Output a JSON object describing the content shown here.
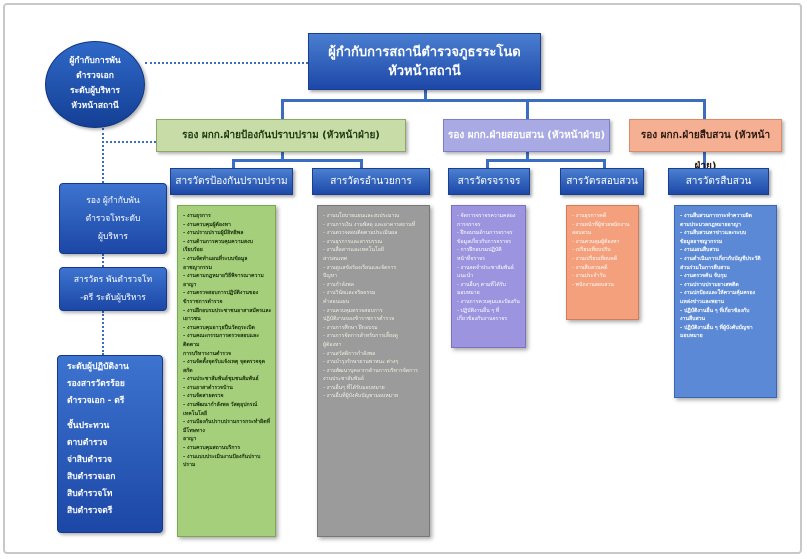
{
  "title": {
    "line1": "ผู้กำกับการสถานีตำรวจภูธรระโนด",
    "line2": "หัวหน้าสถานี"
  },
  "deputies": [
    {
      "label": "รอง ผกก.ฝ่ายป้องกันปราบปราม (หัวหน้าฝ่าย)"
    },
    {
      "label": "รอง ผกก.ฝ่ายสอบสวน (หัวหน้าฝ่าย)"
    },
    {
      "label": "รอง ผกก.ฝ่ายสืบสวน (หัวหน้าฝ่าย)"
    }
  ],
  "sections": [
    {
      "label": "สารวัตรป้องกันปราบปราม",
      "items": [
        "- งานธุรการ",
        "- งานควบคุมผู้ต้องหา",
        "- งานปราบปรามผู้มีอิทธิพล",
        "- งานด้านการควบคุมความสงบเรียบร้อย",
        "- งานจัดทำแผนที่ระบบข้อมูลอาชญากรรม",
        "- งานตามกฎหมายวิธีพิจารณาความอาญา",
        "- งานตรวจสอบการปฏิบัติงานของ",
        "ข้าราชการตำรวจ",
        "- งานฝึกอบรมประชาชนอาสาสมัครและ",
        "เยาวชน",
        "- งานควบคุมอาวุธปืนวัตถุระเบิด",
        "- งานคณะกรรมการตรวจสอบและติดตาม",
        "การบริหารงานตำรวจ",
        "- งานจัดตั้งจุดรับแจ้งเหตุ จุดตรวจจุดสกัด",
        "- งานประชาสัมพันธ์ชุมชนสัมพันธ์",
        "- งานอาสาตำรวจบ้าน",
        "- งานจัดสายตรวจ",
        "- งานพัฒนากำลังพล วัสดุอุปกรณ์",
        "เทคโนโลยี",
        "- งานป้องกันปราบปรามการกระทำผิดที่มีโทษทาง",
        "อาญา",
        "- งานควบคุมสถานบริการ",
        "- งานแบบประเมินงานป้องกันปราบปราม"
      ]
    },
    {
      "label": "สารวัตรอำนวยการ",
      "items": [
        "- งานนโยบายแผนและงบประมาณ",
        "- งานการเงิน งานพัสดุ และอาคารสถานที่",
        "- งานตรวจสอบติดตามประเมินผล",
        "- งานธุรการและสารบรรณ",
        "- งานสื่อสารและเทคโนโลยี",
        "สารสนเทศ",
        "- งานดูแลข้อร้องเรียนและจัดการ",
        "ปัญหา",
        "- งานกำลังพล",
        "- งานวินัยและจริยธรรม",
        "คำสอนแผน",
        "- งานควบคุมตรวจสอบการ",
        "ปฏิบัติงานของข้าราชการตำรวจ",
        "- งานการศึกษา ฝึกอบรม",
        "- งานการจัดการสำหรับการเลี้ยงดู",
        "ผู้ต้องหา",
        "- งานสวัสดิการกำลังพล",
        "- งานบำรุงรักษายานพาหนะ ต่างๆ",
        "- งานพัฒนาบุคลากรด้านการบริหารจัดการ",
        "งานประชาสัมพันธ์",
        "- งานอื่นๆ ที่ได้รับมอบหมาย",
        "- งานอื่นที่ผู้บังคับบัญชามอบหมาย"
      ]
    },
    {
      "label": "สารวัตรจราจร",
      "items": [
        "- จัดการจราจรความคล่อง",
        "การจราจร",
        "- ฝึกอบรมด้านการจราจร",
        "ข้อมูลเกี่ยวกับการจราจร",
        "- การฝึกอบรมปฏิบัติ",
        "หน้าที่จราจร",
        "- งานจดจำประชาสัมพันธ์",
        "แนะนำ",
        "- งานอื่นๆ ตามที่ได้รับ",
        "มอบหมาย",
        "- งานการควบคุมและป้องกัน",
        "- ปฏิบัติงานอื่น ๆ ที่",
        "เกี่ยวข้องกับงานจราจร"
      ]
    },
    {
      "label": "สารวัตรสอบสวน",
      "items": [
        "- งานธุรการคดี",
        "- งานหน้าที่ผู้ช่วยพนักงาน",
        "สอบสวน",
        "- งานควบคุมผู้ต้องหา",
        "- เปรียบเทียบปรับ",
        "- งานเปรียบเทียบคดี",
        "- งานสืบสวนคดี",
        "- งานประจำวัน",
        "- พนักงานสอบสวน"
      ]
    },
    {
      "label": "สารวัตรสืบสวน",
      "items": [
        "- งานสืบสวนการกระทำความผิด",
        "ตามประมวลกฎหมายอาญา",
        "- งานสืบสวนหาข่าวและระบบ",
        "ข้อมูลอาชญากรรม",
        "- งานแผนสืบสวน",
        "- งานดำเนินการเกี่ยวกับบัญชีประวัติ",
        "ส่วนร่วมในการสืบสวน",
        "- งานตรวจค้น จับกุม",
        "- งานปราบปรามยาเสพติด",
        "- งานปกป้องและให้ความคุ้มครอง",
        "แหล่งข่าวและพยาน",
        "- ปฏิบัติงานอื่น ๆ ที่เกี่ยวข้องกับ",
        "งานสืบสวน",
        "- ปฏิบัติงานอื่น ๆ ที่ผู้บังคับบัญชา",
        "มอบหมาย"
      ]
    }
  ],
  "left": {
    "oval": [
      "ผู้กำกับการพัน",
      "ตำรวจเอก",
      "ระดับผู้บริหาร",
      "หัวหน้าสถานี"
    ],
    "box1": [
      "รอง ผู้กำกับพัน",
      "ตำรวจโทระดับ",
      "ผู้บริหาร"
    ],
    "box2": [
      "สารวัตร พันตำรวจโท",
      "-ตรี ระดับผู้บริหาร"
    ],
    "box3": [
      "ระดับผู้ปฏิบัติงาน",
      "รองสารวัตรร้อย",
      "ตำรวจเอก - ตรี",
      "ชั้นประทวน",
      "ดาบตำรวจ",
      "จ่าสิบตำรวจ",
      "สิบตำรวจเอก",
      "สิบตำรวจโท",
      "สิบตำรวจตรี"
    ]
  }
}
